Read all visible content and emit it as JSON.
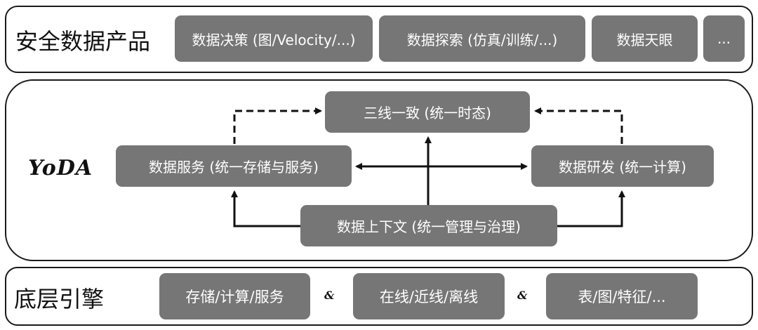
{
  "top": {
    "title": "安全数据产品",
    "items": [
      "数据决策 (图/Velocity/...)",
      "数据探索 (仿真/训练/...)",
      "数据天眼",
      "..."
    ]
  },
  "middle": {
    "title": "YoDA",
    "nodes": {
      "consistency": "三线一致 (统一时态)",
      "service": "数据服务 (统一存储与服务)",
      "rnd": "数据研发 (统一计算)",
      "context": "数据上下文 (统一管理与治理)"
    }
  },
  "bottom": {
    "title": "底层引擎",
    "items": [
      "存储/计算/服务",
      "在线/近线/离线",
      "表/图/特征/..."
    ],
    "separator": "&"
  },
  "colors": {
    "box_fill": "#767676",
    "box_text": "#ffffff",
    "border": "#1a1a1a"
  }
}
